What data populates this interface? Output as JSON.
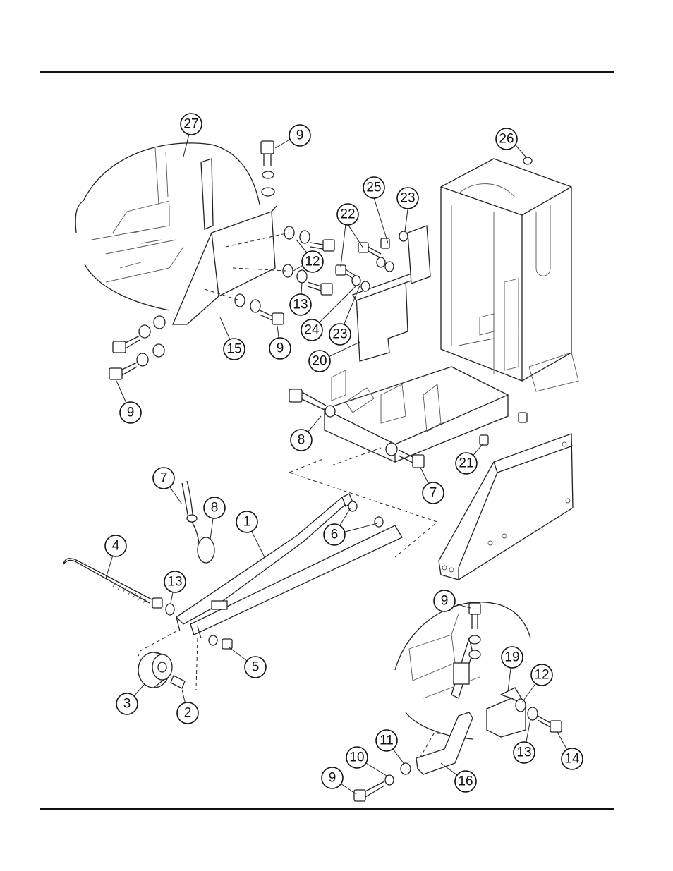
{
  "callouts": [
    {
      "label": "27"
    },
    {
      "label": "9"
    },
    {
      "label": "26"
    },
    {
      "label": "25"
    },
    {
      "label": "23"
    },
    {
      "label": "22"
    },
    {
      "label": "12"
    },
    {
      "label": "13"
    },
    {
      "label": "24"
    },
    {
      "label": "23"
    },
    {
      "label": "15"
    },
    {
      "label": "9"
    },
    {
      "label": "20"
    },
    {
      "label": "9"
    },
    {
      "label": "8"
    },
    {
      "label": "21"
    },
    {
      "label": "7"
    },
    {
      "label": "7"
    },
    {
      "label": "8"
    },
    {
      "label": "1"
    },
    {
      "label": "6"
    },
    {
      "label": "4"
    },
    {
      "label": "13"
    },
    {
      "label": "5"
    },
    {
      "label": "3"
    },
    {
      "label": "2"
    },
    {
      "label": "9"
    },
    {
      "label": "19"
    },
    {
      "label": "12"
    },
    {
      "label": "13"
    },
    {
      "label": "14"
    },
    {
      "label": "11"
    },
    {
      "label": "10"
    },
    {
      "label": "16"
    },
    {
      "label": "9"
    }
  ]
}
